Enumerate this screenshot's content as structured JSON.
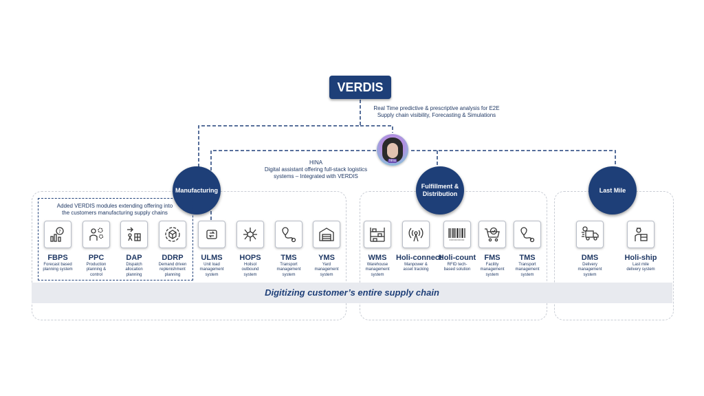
{
  "verdis": {
    "title": "VERDIS",
    "note_line1": "Real Time predictive & prescriptive analysis for E2E",
    "note_line2": "Supply chain visibility, Forecasting & Simulations"
  },
  "hina": {
    "badge": "hina",
    "title": "HINA",
    "note_line1": "Digital assistant offering full-stack logistics",
    "note_line2": "systems – Integrated with VERDIS"
  },
  "segments": {
    "manufacturing": "Manufacturing",
    "fulfillment_line1": "Fulfillment &",
    "fulfillment_line2": "Distribution",
    "last_mile": "Last Mile"
  },
  "manufacturing_note": {
    "line1": "Added VERDIS modules extending offering into",
    "line2": "the customers manufacturing supply chains"
  },
  "modules": [
    {
      "name": "FBPS",
      "desc": [
        "Forecast based",
        "planning system"
      ],
      "icon": "bulb-chart-icon"
    },
    {
      "name": "PPC",
      "desc": [
        "Production",
        "planning &",
        "control"
      ],
      "icon": "worker-gears-icon"
    },
    {
      "name": "DAP",
      "desc": [
        "Dispatch",
        "allocation",
        "planning"
      ],
      "icon": "dispatch-boxes-icon"
    },
    {
      "name": "DDRP",
      "desc": [
        "Demand driven",
        "replenishment",
        "planning"
      ],
      "icon": "box-cycle-icon"
    },
    {
      "name": "ULMS",
      "desc": [
        "Unit load",
        "management",
        "system"
      ],
      "icon": "unit-load-icon"
    },
    {
      "name": "HOPS",
      "desc": [
        "Hoilsol",
        "outbound",
        "system"
      ],
      "icon": "network-cube-icon"
    },
    {
      "name": "TMS",
      "desc": [
        "Transport",
        "management",
        "system"
      ],
      "icon": "route-pin-icon"
    },
    {
      "name": "YMS",
      "desc": [
        "Yard",
        "management",
        "system"
      ],
      "icon": "warehouse-truck-icon"
    },
    {
      "name": "WMS",
      "desc": [
        "Warehouse",
        "management",
        "system"
      ],
      "icon": "shelves-icon"
    },
    {
      "name": "Holi-connect",
      "desc": [
        "Manpower &",
        "asset tracking"
      ],
      "icon": "signal-tower-icon"
    },
    {
      "name": "Holi-count",
      "desc": [
        "RFID tech-",
        "based solution"
      ],
      "icon": "barcode-icon"
    },
    {
      "name": "FMS",
      "desc": [
        "Facility",
        "management",
        "system"
      ],
      "icon": "cart-check-icon"
    },
    {
      "name": "TMS",
      "desc": [
        "Transport",
        "management",
        "system"
      ],
      "icon": "route-pin-icon"
    },
    {
      "name": "DMS",
      "desc": [
        "Delivery",
        "management",
        "system"
      ],
      "icon": "delivery-truck-icon"
    },
    {
      "name": "Holi-ship",
      "desc": [
        "Last mile",
        "delivery system"
      ],
      "icon": "courier-icon"
    }
  ],
  "banner": "Digitizing customer’s entire supply chain",
  "colors": {
    "primary": "#1e3f78",
    "text": "#1f3864",
    "band": "#e8eaef"
  }
}
